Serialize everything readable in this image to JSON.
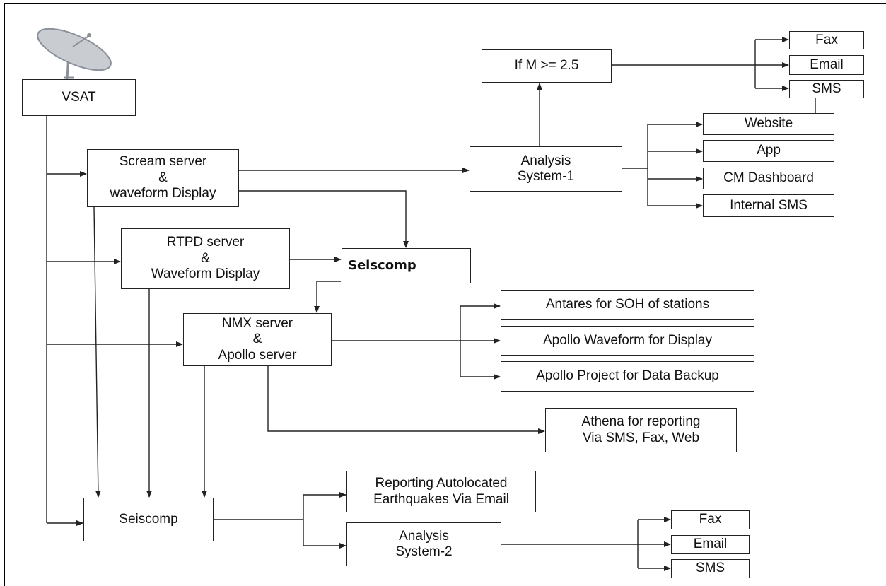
{
  "nodes": {
    "vsat": "VSAT",
    "scream": "Scream server\n&\nwaveform Display",
    "rtpd": "RTPD server\n&\nWaveform Display",
    "seiscomp_mid": "Seiscomp",
    "nmx": "NMX server\n&\nApollo server",
    "seiscomp_bottom": "Seiscomp",
    "analysis1": "Analysis\nSystem-1",
    "condition": "If M >= 2.5",
    "fax_top": "Fax",
    "email_top": "Email",
    "sms_top": "SMS",
    "website": "Website",
    "app": "App",
    "cm_dashboard": "CM Dashboard",
    "internal_sms": "Internal SMS",
    "antares": "Antares for SOH of stations",
    "apollo_waveform": "Apollo Waveform for Display",
    "apollo_project": "Apollo Project for Data Backup",
    "athena": "Athena for reporting\nVia SMS, Fax, Web",
    "reporting": "Reporting Autolocated\nEarthquakes Via Email",
    "analysis2": "Analysis\nSystem-2",
    "fax_bottom": "Fax",
    "email_bottom": "Email",
    "sms_bottom": "SMS"
  },
  "colors": {
    "line": "#222222",
    "dish_face": "#c9cdd2",
    "dish_edge": "#8a9099"
  },
  "icons": [
    "satellite-dish-icon"
  ]
}
